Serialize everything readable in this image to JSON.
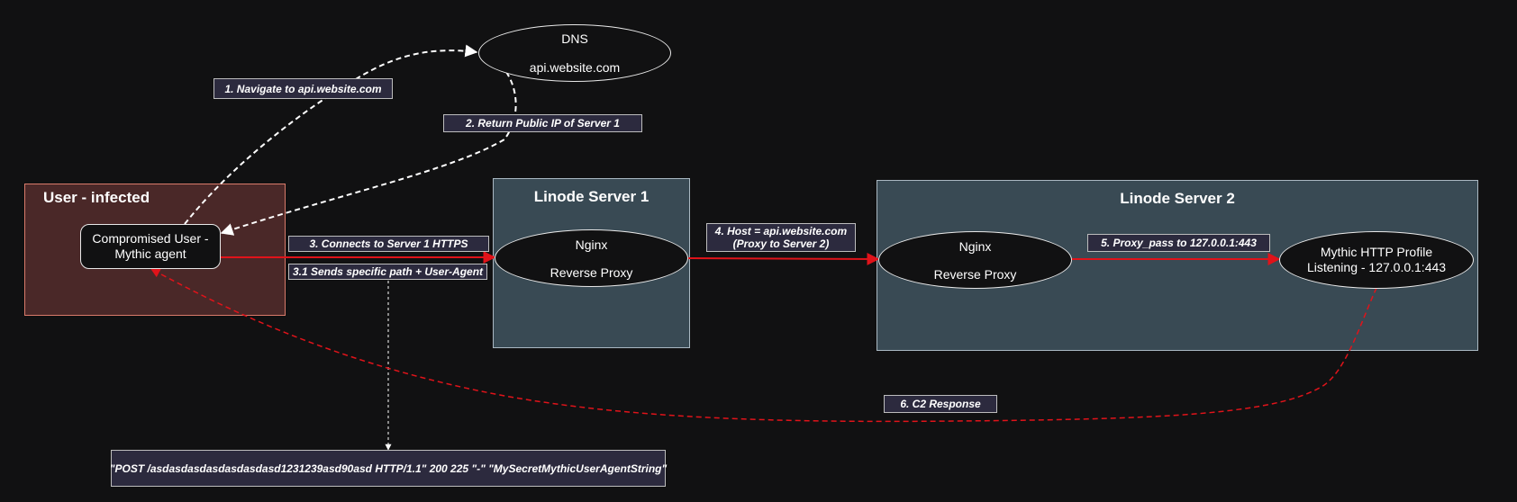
{
  "colors": {
    "background": "#111112",
    "infected_fill": "#4a2828",
    "infected_border": "#d97a6a",
    "server_fill": "#394a54",
    "server_border": "#aab8c2",
    "edge_red": "#e0131a",
    "edge_white": "#ffffff",
    "label_fill": "#2c2a3e"
  },
  "groups": {
    "user": {
      "title": "User - infected"
    },
    "server1": {
      "title": "Linode Server 1"
    },
    "server2": {
      "title": "Linode Server 2"
    }
  },
  "nodes": {
    "dns": {
      "line1": "DNS",
      "line2": "api.website.com"
    },
    "agent": {
      "line1": "Compromised User -",
      "line2": "Mythic agent"
    },
    "nginx1": {
      "line1": "Nginx",
      "line2": "Reverse Proxy"
    },
    "nginx2": {
      "line1": "Nginx",
      "line2": "Reverse Proxy"
    },
    "mythic": {
      "line1": "Mythic HTTP Profile",
      "line2": "Listening - 127.0.0.1:443"
    }
  },
  "edge_labels": {
    "navigate": "1. Navigate to api.website.com",
    "return_ip": "2. Return Public IP of Server 1",
    "connects": "3. Connects to Server 1 HTTPS",
    "sends_path": "3.1 Sends specific path + User-Agent",
    "host_line1": "4. Host = api.website.com",
    "host_line2": "(Proxy to Server 2)",
    "proxy_pass": "5. Proxy_pass to 127.0.0.1:443",
    "c2_response": "6. C2 Response"
  },
  "log_line": "\"POST /asdasdasdasdasdasdasd1231239asd90asd HTTP/1.1\" 200 225 \"-\" \"MySecretMythicUserAgentString\""
}
